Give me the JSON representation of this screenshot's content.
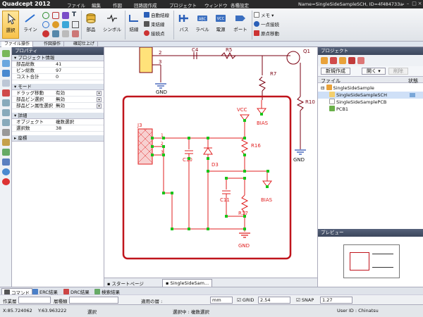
{
  "titlebar": {
    "app": "Quadcept 2012",
    "menus": [
      "ファイル",
      "編集",
      "作図",
      "回路図作成",
      "プロジェクト",
      "ウィンドウ",
      "各種設定"
    ],
    "doc_title": "Name=SingleSideSampleSCH, ID=4f484733a4053626484cc2..."
  },
  "ribbon": {
    "select": "選択",
    "line": "ライン",
    "part": "部品",
    "symbol": "シンボル",
    "wire": "結線",
    "auto_wire": "自動結線",
    "bundle_wire": "束結線",
    "connect_point": "接続点",
    "bus": "バス",
    "label": "ラベル",
    "power": "電源",
    "port": "ポート",
    "memo": "メモ",
    "one_point": "一点接続",
    "origin_move": "原点移動"
  },
  "subtabs": [
    "ファイル操作",
    "作図操作",
    "確認仕上げ"
  ],
  "properties": {
    "header": "プロパティ",
    "project_info": {
      "title": "プロジェクト情報",
      "rows": [
        {
          "k": "部品総数",
          "v": "41"
        },
        {
          "k": "ピン総数",
          "v": "97"
        },
        {
          "k": "コスト合計",
          "v": "0"
        }
      ]
    },
    "mode": {
      "title": "モード",
      "rows": [
        {
          "k": "ドラッグ移動",
          "v": "有効"
        },
        {
          "k": "部品ピン選択",
          "v": "無効"
        },
        {
          "k": "部品ピン属性選択",
          "v": "無効"
        }
      ]
    },
    "detail": {
      "title": "詳細",
      "rows": [
        {
          "k": "オブジェクト",
          "v": "複数選択"
        },
        {
          "k": "選択数",
          "v": "38"
        }
      ]
    },
    "coords": {
      "title": "座標"
    }
  },
  "schematic": {
    "labels": {
      "c4": "C4",
      "r5": "R5",
      "q1": "Q1",
      "r7": "R7",
      "r10": "R10",
      "gnd": "GND",
      "vcc": "VCC",
      "bias": "BIAS",
      "j3": "J3",
      "r16": "R16",
      "c10": "C10",
      "d3": "D3",
      "c11": "C11",
      "r17": "R17",
      "p1": "1",
      "p2": "2",
      "p3": "3",
      "pin2": "2",
      "pin3": "3"
    }
  },
  "project": {
    "header": "プロジェクト",
    "new_btn": "新規作成",
    "open_btn": "開く",
    "delete_btn": "削除",
    "col_file": "ファイル",
    "col_state": "状態",
    "tree": [
      "SingleSideSample",
      "SingleSideSampleSCH",
      "SingleSideSamplePCB",
      "PCB1"
    ]
  },
  "preview": {
    "header": "プレビュー"
  },
  "dock_tabs": [
    "スタートページ",
    "SingleSideSam..."
  ],
  "bottom_tabs": [
    "コマンド",
    "ERC結果",
    "DRC結果",
    "検索結果"
  ],
  "options": {
    "work_layer_label": "作業層",
    "layer_group_label": "層種類",
    "applied_layer_label": "適用の層 :",
    "unit": "mm",
    "grid_label": "GRID",
    "grid_value": "2.54",
    "snap_label": "SNAP",
    "snap_value": "1.27"
  },
  "status": {
    "x": "X:85.724062",
    "y": "Y:63.963222",
    "mode": "選択",
    "state": "選択中 : 複数選択",
    "user": "User ID : Chinatsu"
  },
  "colors": {
    "accent": "#c0141c",
    "wire": "#7a0010",
    "select_red": "#e02020",
    "handle": "#19c419",
    "ribbon_select": "#f7c24a"
  }
}
